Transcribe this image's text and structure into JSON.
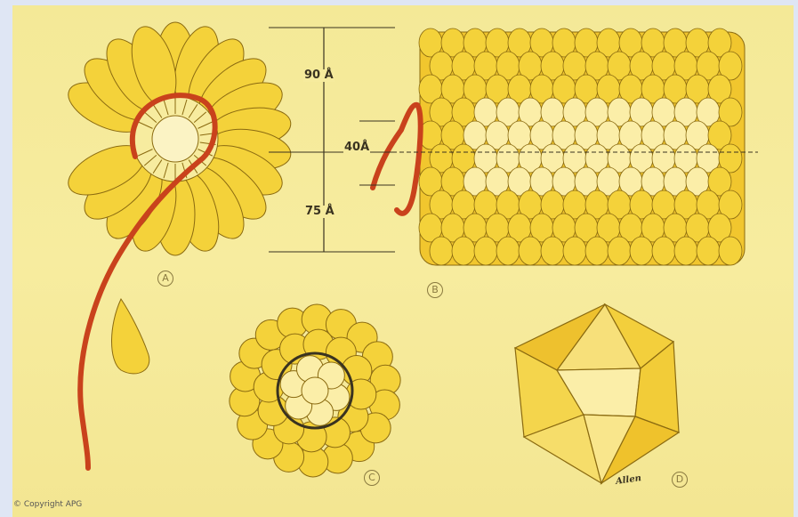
{
  "labels": {
    "dim_top": "90 Å",
    "dim_mid": "40Å",
    "dim_bottom": "75 Å",
    "panel_a": "A",
    "panel_b": "B",
    "panel_c": "C",
    "panel_d": "D"
  },
  "signature": "Allen",
  "copyright": "© Copyright APG",
  "colors": {
    "background": "#f6eb9d",
    "subunit_yellow": "#f4d23a",
    "subunit_light": "#fbeea8",
    "rna_strand": "#c9421c",
    "outline": "#8a6a10"
  }
}
